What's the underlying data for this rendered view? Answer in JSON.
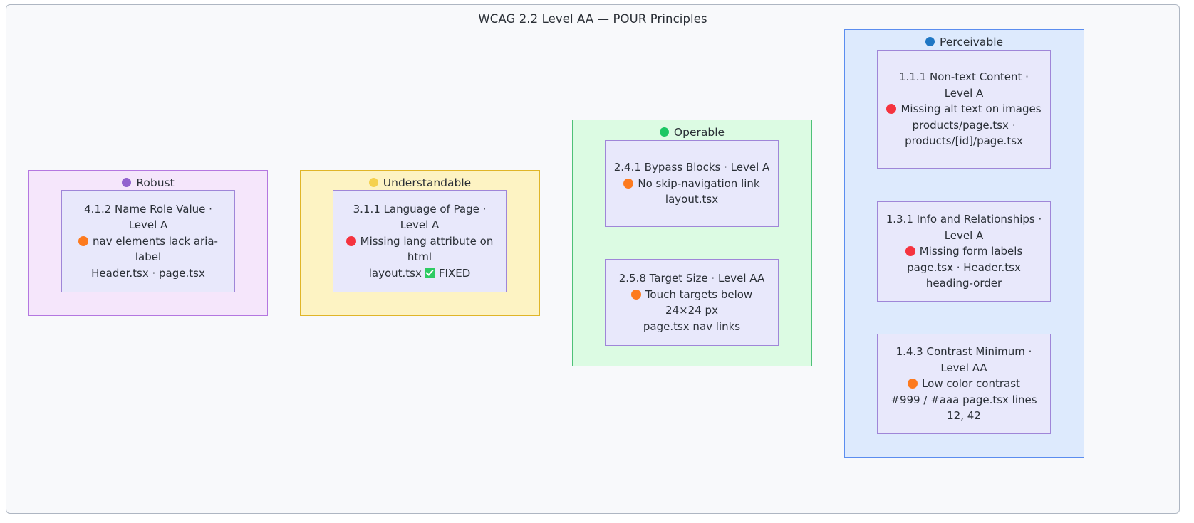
{
  "diagram": {
    "title": "WCAG 2.2 Level AA — POUR Principles",
    "severity_colors": {
      "error": "#f5333f",
      "warning": "#fd7a1e",
      "fixed": "#2ecb63"
    },
    "groups": [
      {
        "id": "robust",
        "label": "Robust",
        "dot_icon": "purple-dot-icon",
        "dot_color": "#9263cf",
        "fill": "#f5e6fb",
        "stroke": "#b477e0",
        "nodes": [
          {
            "id": "4-1-2",
            "criterion": "4.1.2 Name Role Value · Level A",
            "severity": "warning",
            "issue": "nav elements lack aria-label",
            "files": "Header.tsx · page.tsx",
            "fixed": false,
            "fixed_label": ""
          }
        ]
      },
      {
        "id": "understandable",
        "label": "Understandable",
        "dot_icon": "yellow-dot-icon",
        "dot_color": "#f5d14e",
        "fill": "#fdf3c3",
        "stroke": "#e0b528",
        "nodes": [
          {
            "id": "3-1-1",
            "criterion": "3.1.1 Language of Page · Level A",
            "severity": "error",
            "issue": "Missing lang attribute on html",
            "files": "layout.tsx",
            "fixed": true,
            "fixed_label": "FIXED"
          }
        ]
      },
      {
        "id": "operable",
        "label": "Operable",
        "dot_icon": "green-dot-icon",
        "dot_color": "#1bc763",
        "fill": "#dcfbe3",
        "stroke": "#4fc178",
        "nodes": [
          {
            "id": "2-4-1",
            "criterion": "2.4.1 Bypass Blocks · Level A",
            "severity": "warning",
            "issue": "No skip-navigation link",
            "files": "layout.tsx",
            "fixed": false,
            "fixed_label": ""
          },
          {
            "id": "2-5-8",
            "criterion": "2.5.8 Target Size · Level AA",
            "severity": "warning",
            "issue": "Touch targets below 24×24 px",
            "files": "page.tsx nav links",
            "fixed": false,
            "fixed_label": ""
          }
        ]
      },
      {
        "id": "perceivable",
        "label": "Perceivable",
        "dot_icon": "blue-dot-icon",
        "dot_color": "#1f77c4",
        "fill": "#ddeafd",
        "stroke": "#5b8def",
        "nodes": [
          {
            "id": "1-1-1",
            "criterion": "1.1.1 Non-text Content · Level A",
            "severity": "error",
            "issue": "Missing alt text on images",
            "files": "products/page.tsx · products/[id]/page.tsx",
            "fixed": false,
            "fixed_label": ""
          },
          {
            "id": "1-3-1",
            "criterion": "1.3.1 Info and Relationships · Level A",
            "severity": "error",
            "issue": "Missing form labels",
            "files": "page.tsx · Header.tsx heading-order",
            "fixed": false,
            "fixed_label": ""
          },
          {
            "id": "1-4-3",
            "criterion": "1.4.3 Contrast Minimum · Level AA",
            "severity": "warning",
            "issue": "Low color contrast",
            "files": "#999 / #aaa page.tsx lines 12, 42",
            "fixed": false,
            "fixed_label": ""
          }
        ]
      }
    ]
  }
}
